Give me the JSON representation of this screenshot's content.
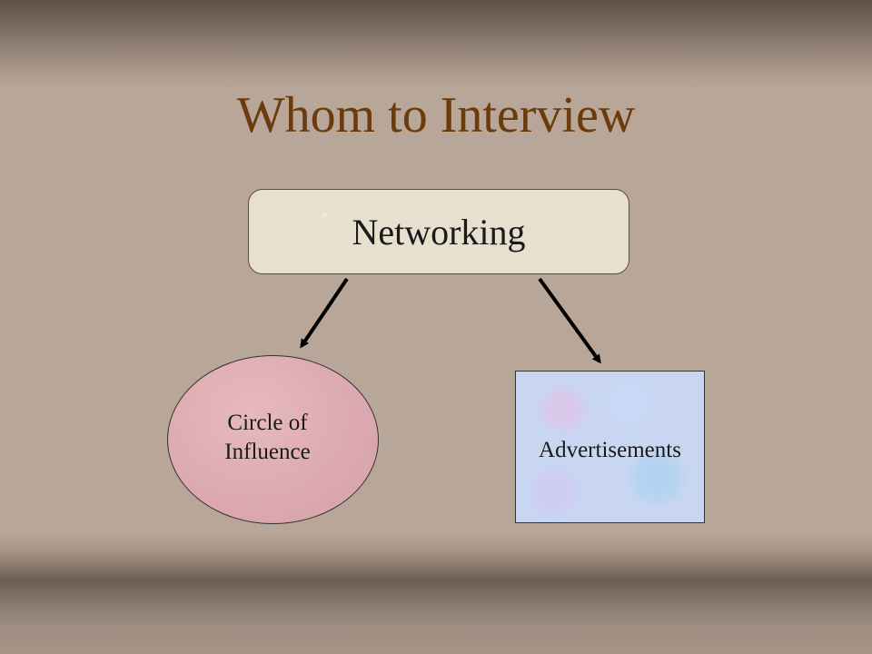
{
  "slide": {
    "title": "Whom to Interview"
  },
  "diagram": {
    "root": {
      "label": "Networking"
    },
    "children": [
      {
        "label_lines": [
          "Circle of",
          "Influence"
        ]
      },
      {
        "label": "Advertisements"
      }
    ]
  },
  "colors": {
    "title": "#6b3b0c",
    "background": "#b8a698",
    "root_fill": "#e7e0cf",
    "circle_fill": "#dcaab0",
    "ads_fill": "#c8d6f2",
    "arrow": "#000000"
  }
}
